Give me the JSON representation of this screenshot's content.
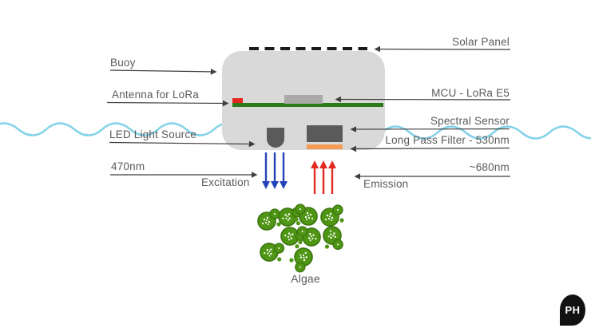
{
  "labels": {
    "solar_panel": "Solar Panel",
    "buoy": "Buoy",
    "antenna": "Antenna for LoRa",
    "mcu": "MCU - LoRa E5",
    "spectral_sensor": "Spectral Sensor",
    "long_pass_filter": "Long Pass Filter - 530nm",
    "led_light_source": "LED Light Source",
    "excitation_wavelength": "470nm",
    "excitation": "Excitation",
    "emission_wavelength": "~680nm",
    "emission": "Emission",
    "algae": "Algae"
  },
  "logo": {
    "text": "PH"
  },
  "colors": {
    "water": "#82d2e8",
    "buoy_body": "#d9d9d9",
    "pcb_green": "#2d7a1b",
    "antenna_red": "#e6251f",
    "mcu_gray": "#a9a9a9",
    "sensor_dark_gray": "#5a5a5a",
    "filter_orange": "#f59a57",
    "excitation_blue": "#2443b8",
    "emission_red": "#e22a21",
    "algae_green": "#4f9615",
    "label_text": "#5a5a5a",
    "callout_line": "#3f3f3f",
    "solar_dash_black": "#1b1b1b",
    "logo_black": "#121212"
  }
}
